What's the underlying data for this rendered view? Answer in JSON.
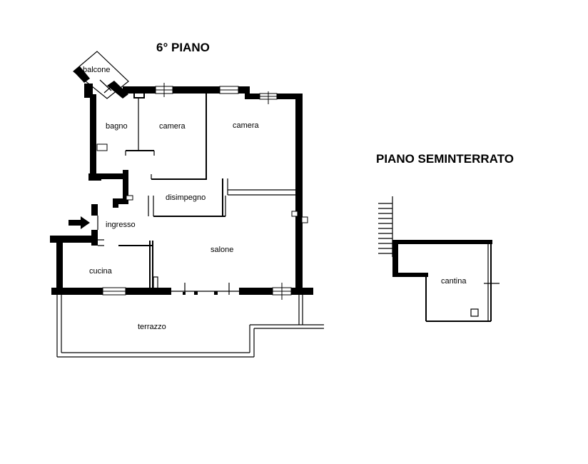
{
  "titles": {
    "main_floor": "6° PIANO",
    "basement": "PIANO SEMINTERRATO"
  },
  "rooms": {
    "balcone": "balcone",
    "bagno": "bagno",
    "camera_1": "camera",
    "camera_2": "camera",
    "disimpegno": "disimpegno",
    "ingresso": "ingresso",
    "salone": "salone",
    "cucina": "cucina",
    "terrazzo": "terrazzo",
    "cantina": "cantina"
  }
}
